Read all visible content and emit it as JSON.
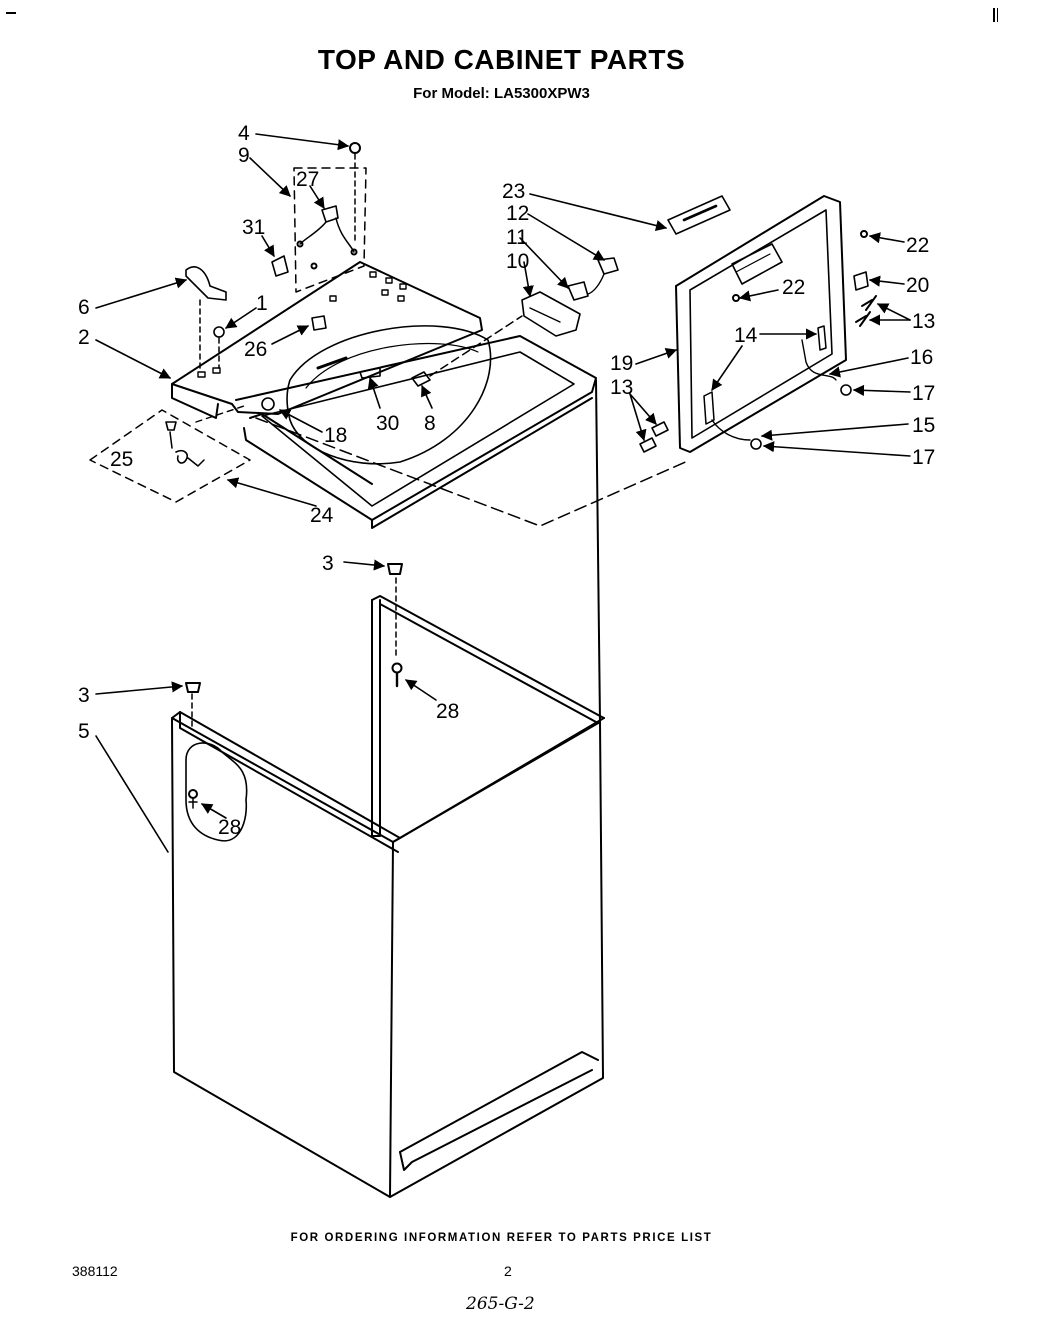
{
  "title": "TOP AND CABINET PARTS",
  "subtitle": "For Model: LA5300XPW3",
  "footer": "FOR ORDERING INFORMATION REFER TO PARTS PRICE LIST",
  "doc_number": "388112",
  "page_number": "2",
  "handwritten_note": "265-G-2",
  "callouts": [
    {
      "id": "c4",
      "label": "4"
    },
    {
      "id": "c9",
      "label": "9"
    },
    {
      "id": "c27",
      "label": "27"
    },
    {
      "id": "c31",
      "label": "31"
    },
    {
      "id": "c6",
      "label": "6"
    },
    {
      "id": "c1",
      "label": "1"
    },
    {
      "id": "c2",
      "label": "2"
    },
    {
      "id": "c26",
      "label": "26"
    },
    {
      "id": "c30",
      "label": "30"
    },
    {
      "id": "c8",
      "label": "8"
    },
    {
      "id": "c18",
      "label": "18"
    },
    {
      "id": "c25",
      "label": "25"
    },
    {
      "id": "c24",
      "label": "24"
    },
    {
      "id": "c23",
      "label": "23"
    },
    {
      "id": "c12",
      "label": "12"
    },
    {
      "id": "c11",
      "label": "11"
    },
    {
      "id": "c10",
      "label": "10"
    },
    {
      "id": "c22a",
      "label": "22"
    },
    {
      "id": "c22b",
      "label": "22"
    },
    {
      "id": "c20",
      "label": "20"
    },
    {
      "id": "c13a",
      "label": "13"
    },
    {
      "id": "c14",
      "label": "14"
    },
    {
      "id": "c16",
      "label": "16"
    },
    {
      "id": "c19",
      "label": "19"
    },
    {
      "id": "c13b",
      "label": "13"
    },
    {
      "id": "c17a",
      "label": "17"
    },
    {
      "id": "c15",
      "label": "15"
    },
    {
      "id": "c17b",
      "label": "17"
    },
    {
      "id": "c3a",
      "label": "3"
    },
    {
      "id": "c28a",
      "label": "28"
    },
    {
      "id": "c3b",
      "label": "3"
    },
    {
      "id": "c5",
      "label": "5"
    },
    {
      "id": "c28b",
      "label": "28"
    }
  ]
}
